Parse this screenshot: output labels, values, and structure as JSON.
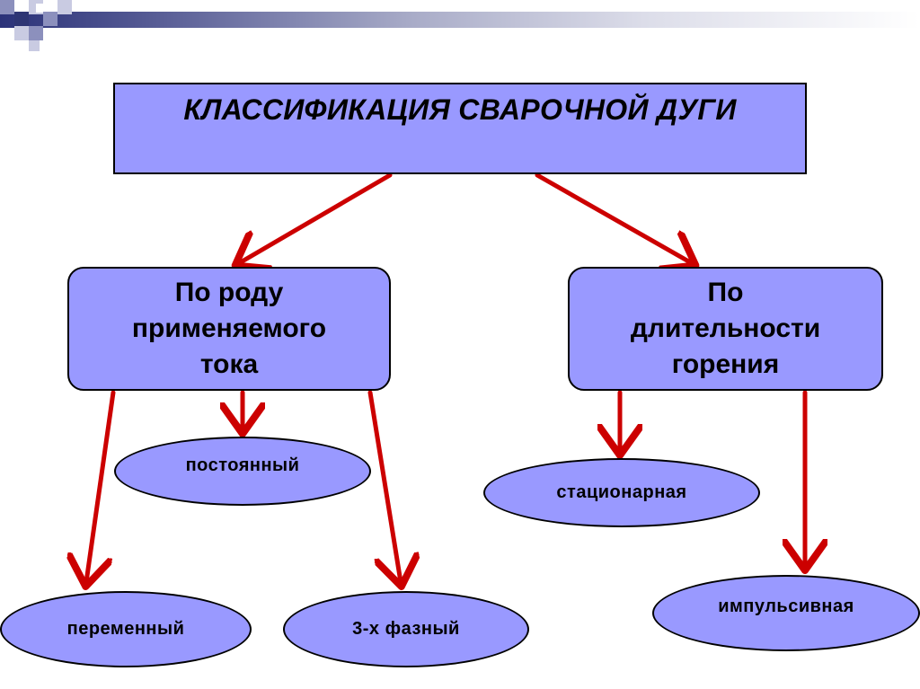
{
  "title": "КЛАССИФИКАЦИЯ СВАРОЧНОЙ ДУГИ",
  "categories": [
    {
      "label_lines": [
        "По роду",
        "применяемого",
        "тока"
      ]
    },
    {
      "label_lines": [
        "По",
        "длительности",
        "горения"
      ]
    }
  ],
  "leaves": {
    "postoyanny": "постоянный",
    "peremenny": "переменный",
    "three_phase": "3-х фазный",
    "stacionarnaya": "стационарная",
    "impulsivnaya": "импульсивная"
  },
  "colors": {
    "box_fill": "#9999ff",
    "arrow": "#cc0000",
    "header_dark": "#2e3574"
  }
}
